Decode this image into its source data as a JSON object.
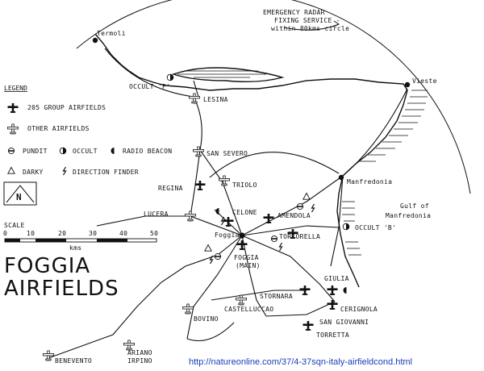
{
  "title": {
    "line1": "FOGGIA",
    "line2": "AIRFIELDS"
  },
  "radar_note": {
    "line1": "EMERGENCY RADAR",
    "line2": "FIXING SERVICE -",
    "line3": "within 80kms circle"
  },
  "legend": {
    "title": "LEGEND",
    "items": [
      {
        "icon": "group-205-airfield-icon",
        "label": "205 GROUP AIRFIELDS"
      },
      {
        "icon": "other-airfield-icon",
        "label": "OTHER AIRFIELDS"
      },
      {
        "icon": "pundit-icon",
        "label": "PUNDIT"
      },
      {
        "icon": "occult-icon",
        "label": "OCCULT"
      },
      {
        "icon": "radio-beacon-icon",
        "label": "RADIO BEACON"
      },
      {
        "icon": "darky-icon",
        "label": "DARKY"
      },
      {
        "icon": "direction-finder-icon",
        "label": "DIRECTION FINDER"
      }
    ],
    "north_symbol": "N"
  },
  "scale": {
    "label": "SCALE",
    "ticks": [
      "0",
      "10",
      "20",
      "30",
      "40",
      "50"
    ],
    "unit": "kms"
  },
  "places": {
    "termoli": "Termoli",
    "vieste": "Vieste",
    "occult_f": "OCCULT 'F'",
    "lesina": "LESINA",
    "san_severo": "SAN SEVERO",
    "triolo": "TRIOLO",
    "regina": "REGINA",
    "manfredonia": "Manfredonia",
    "gulf_line1": "Gulf of",
    "gulf_line2": "Manfredonia",
    "lucera": "LUCERA",
    "celone": "CELONE",
    "amendola": "AMENDOLA",
    "occult_b": "OCCULT 'B'",
    "foggia": "Foggia",
    "tortorella": "TORTORELLA",
    "foggia_main_line1": "FOGGIA",
    "foggia_main_line2": "(MAIN)",
    "giulia": "GIULIA",
    "stornara": "STORNARA",
    "castelluccio": "CASTELLUCCAO",
    "cerignola": "CERIGNOLA",
    "bovino": "BOVINO",
    "san_giovanni": "SAN GIOVANNI",
    "torretta": "TORRETTA",
    "benevento": "BENEVENTO",
    "ariano_line1": "ARIANO",
    "ariano_line2": "IRPINO"
  },
  "source_url": "http://natureonline.com/37/4-37sqn-italy-airfieldcond.html"
}
